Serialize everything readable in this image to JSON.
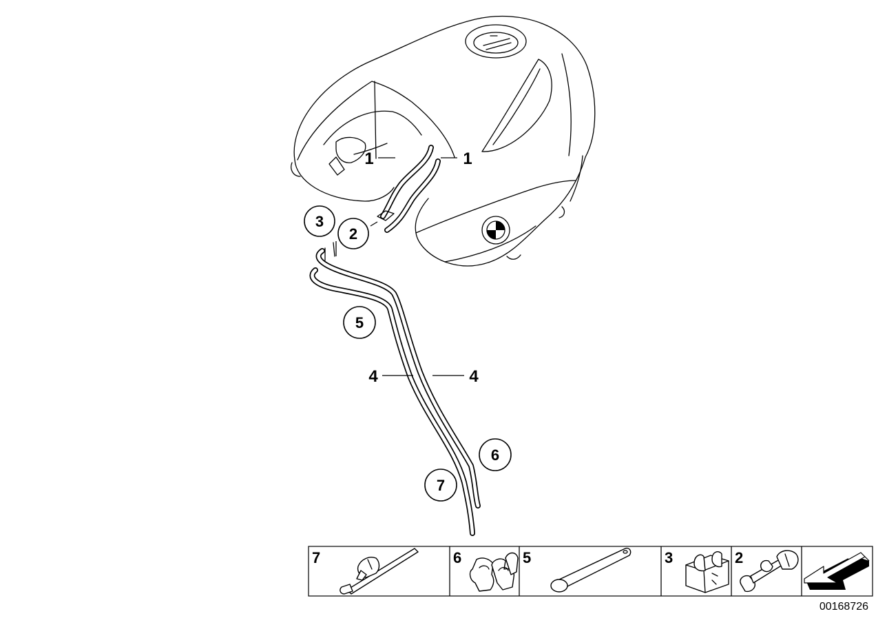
{
  "diagram": {
    "callouts": {
      "c1a": "1",
      "c1b": "1",
      "c2": "2",
      "c3": "3",
      "c4a": "4",
      "c4b": "4",
      "c5": "5",
      "c6": "6",
      "c7": "7"
    },
    "parts_strip": [
      {
        "number": "7",
        "icon": "cable-tie-with-clip-icon"
      },
      {
        "number": "6",
        "icon": "double-hose-clip-icon"
      },
      {
        "number": "5",
        "icon": "cable-strap-icon"
      },
      {
        "number": "3",
        "icon": "hose-holder-block-icon"
      },
      {
        "number": "2",
        "icon": "expanding-rivet-icon"
      },
      {
        "number": "",
        "icon": "direction-arrow-icon"
      }
    ],
    "document_number": "00168726"
  }
}
